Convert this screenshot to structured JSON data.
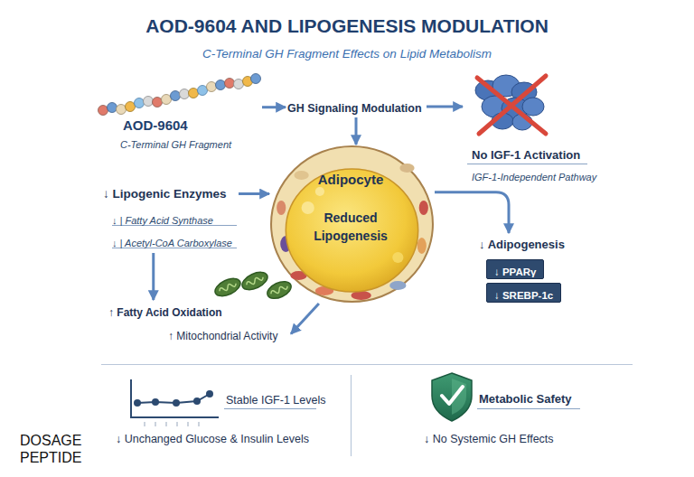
{
  "diagram": {
    "title": "AOD-9604 AND LIPOGENESIS MODULATION",
    "nodes": [
      {
        "text": [
          "AOD-9604",
          "C-Terminal GH Fragment"
        ]
      },
      {
        "text": [
          "GH Signaling Modulation"
        ]
      },
      {
        "text": [
          "No IGF-1 Activation",
          "IGF-1-Independent Pathway"
        ]
      },
      {
        "text": [
          "Adipocyte",
          "Reduced Lipogenesis"
        ]
      },
      {
        "text": [
          "↓ Lipogenic Enzymes",
          "↓ | Fatty Acid Synthase",
          "↓ | Acetyl-CoA Carboxylase"
        ]
      },
      {
        "text": [
          "↑ Fatty Acid Oxidation",
          "↑ Mitochondrial Activity"
        ]
      },
      {
        "text": [
          "↓ Adipogenesis"
        ]
      },
      {
        "text": [
          "↓ PPARγ"
        ]
      },
      {
        "text": [
          "↓ SREBP-1c"
        ]
      },
      {
        "text": [
          "Stable IGF-1 Levels",
          "↓ Unchanged Glucose & Insulin Levels"
        ]
      },
      {
        "text": [
          "Metabolic Safety",
          "↓ No Systemic GH Effects"
        ]
      }
    ],
    "edges": [
      {
        "from": 0,
        "to": 1,
        "arrow": "to"
      },
      {
        "from": 1,
        "to": 2,
        "arrow": "to"
      },
      {
        "from": 1,
        "to": 3,
        "arrow": "to"
      },
      {
        "from": 4,
        "to": 3,
        "arrow": "to"
      },
      {
        "from": 4,
        "to": 5,
        "arrow": "to"
      },
      {
        "from": 3,
        "to": 5,
        "arrow": "to"
      },
      {
        "from": 3,
        "to": 6,
        "arrow": "to"
      }
    ],
    "labels": [
      "C-Terminal GH Fragment Effects on Lipid Metabolism",
      "DOSAGE",
      "PEPTIDE"
    ]
  }
}
